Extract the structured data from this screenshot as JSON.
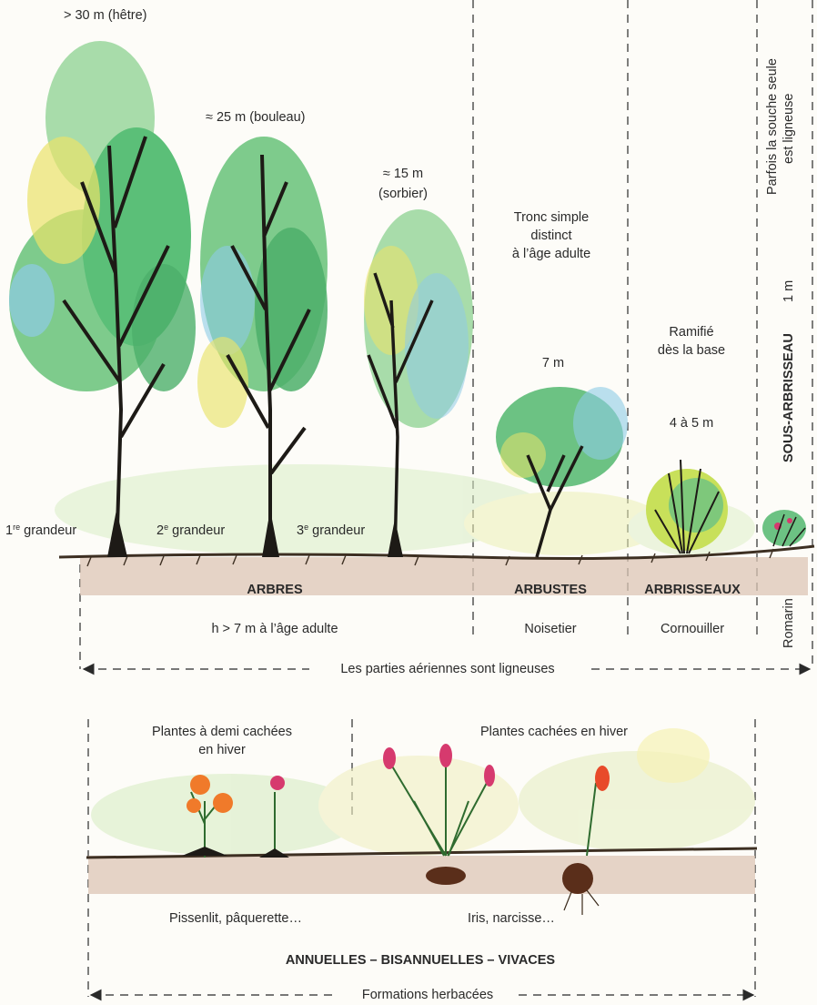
{
  "top": {
    "height_beech": "> 30 m (hêtre)",
    "height_birch": "≈ 25 m (bouleau)",
    "height_rowan_1": "≈ 15 m",
    "height_rowan_2": "(sorbier)",
    "shrub_note_1": "Tronc simple",
    "shrub_note_2": "distinct",
    "shrub_note_3": "à l’âge adulte",
    "shrub_height": "7 m",
    "bush_note_1": "Ramifié",
    "bush_note_2": "dès la base",
    "bush_height": "4 à 5 m",
    "subshrub_note_1": "Parfois la souche seule",
    "subshrub_note_2": "est ligneuse",
    "subshrub_title": "SOUS-ARBRISSEAU",
    "subshrub_height": "1 m",
    "size1_num": "1",
    "size1_sup": "re",
    "size1_word": "grandeur",
    "size2_num": "2",
    "size2_sup": "e",
    "size2_word": "grandeur",
    "size3_num": "3",
    "size3_sup": "e",
    "size3_word": "grandeur",
    "cat_trees": "ARBRES",
    "cat_shrubs": "ARBUSTES",
    "cat_bushes": "ARBRISSEAUX",
    "trees_def": "h > 7 m à l’âge adulte",
    "shrubs_example": "Noisetier",
    "bushes_example": "Cornouiller",
    "subshrub_example": "Romarin",
    "woody_span": "Les parties aériennes sont ligneuses"
  },
  "bottom": {
    "half_hidden_1": "Plantes à demi cachées",
    "half_hidden_2": "en hiver",
    "hidden": "Plantes cachées en hiver",
    "half_hidden_examples": "Pissenlit, pâquerette…",
    "hidden_examples": "Iris, narcisse…",
    "categories": "ANNUELLES – BISANNUELLES – VIVACES",
    "herb_span": "Formations herbacées"
  },
  "colors": {
    "ground": "#3d2f22",
    "soil": "#c9a892",
    "foliage_green": "#4caf6a",
    "foliage_yellow": "#e9e36a",
    "foliage_blue": "#8ecbe6",
    "grass": "#a8d38a",
    "flower_pink": "#d63a6e",
    "flower_orange": "#f07a2a"
  }
}
